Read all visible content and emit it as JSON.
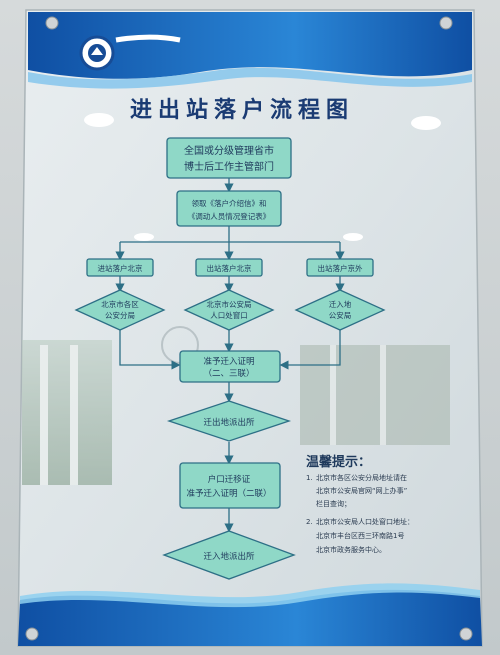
{
  "poster": {
    "title": "进出站落户流程图",
    "logo": {
      "icon": "university-seal-icon"
    }
  },
  "flow": {
    "start": {
      "line1": "全国或分级管理省市",
      "line2": "博士后工作主管部门"
    },
    "obtain": {
      "line1": "领取《落户介绍信》和",
      "line2": "《调动人员情况登记表》"
    },
    "branches": {
      "in_beijing": "进站落户北京",
      "out_beijing": "出站落户北京",
      "out_outside": "出站落户京外"
    },
    "offices": {
      "district": {
        "line1": "北京市各区",
        "line2": "公安分局"
      },
      "city": {
        "line1": "北京市公安局",
        "line2": "人口处窗口"
      },
      "dest": {
        "line1": "迁入地",
        "line2": "公安局"
      }
    },
    "permit1": {
      "line1": "准予迁入证明",
      "line2": "（二、三联）"
    },
    "leave": "迁出地派出所",
    "permit2": {
      "line1": "户口迁移证",
      "line2": "准予迁入证明（二联）"
    },
    "arrive": "迁入地派出所"
  },
  "tips": {
    "heading": "温馨提示：",
    "items": [
      {
        "num": "1.",
        "lines": [
          "北京市各区公安分局地址请在",
          "北京市公安局官网“网上办事”",
          "栏目查询；"
        ]
      },
      {
        "num": "2.",
        "lines": [
          "北京市公安局人口处窗口地址：",
          "北京市丰台区西三环南路1号",
          "北京市政务服务中心。"
        ]
      }
    ]
  },
  "colors": {
    "box_fill": "#8fd8c7",
    "box_stroke": "#2d6f86",
    "brand_blue": "#1f5aa8"
  }
}
